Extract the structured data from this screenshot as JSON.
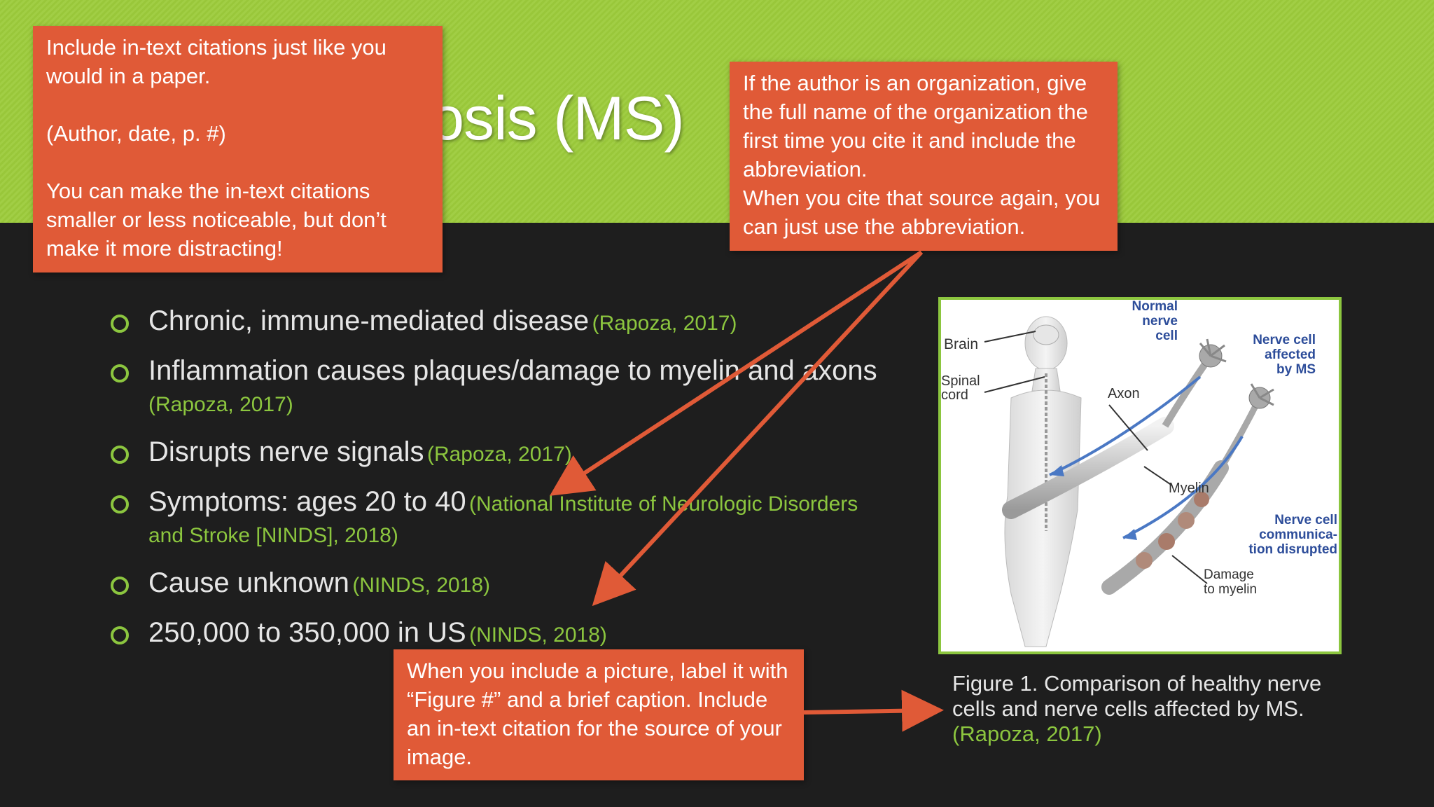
{
  "slide": {
    "title": "Multiple Sclerosis (MS)",
    "bullets": [
      {
        "text": "Chronic, immune-mediated disease",
        "citation": "(Rapoza, 2017)"
      },
      {
        "text": "Inflammation causes plaques/damage to myelin and axons",
        "citation": "(Rapoza, 2017)"
      },
      {
        "text": "Disrupts nerve signals",
        "citation": "(Rapoza, 2017)"
      },
      {
        "text": "Symptoms: ages 20 to 40",
        "citation": "(National Institute of Neurologic Disorders and Stroke [NINDS], 2018)"
      },
      {
        "text": "Cause unknown",
        "citation": "(NINDS, 2018)"
      },
      {
        "text": "250,000 to 350,000 in US",
        "citation": "(NINDS, 2018)"
      }
    ],
    "figure": {
      "caption": "Figure 1. Comparison of healthy nerve cells and nerve cells affected by MS.",
      "citation": "(Rapoza, 2017)",
      "labels": {
        "brain": "Brain",
        "spinal_1": "Spinal",
        "spinal_2": "cord",
        "axon": "Axon",
        "myelin": "Myelin",
        "normal_1": "Normal",
        "normal_2": "nerve",
        "normal_3": "cell",
        "affected_1": "Nerve cell",
        "affected_2": "affected",
        "affected_3": "by MS",
        "comm_1": "Nerve cell",
        "comm_2": "communica-",
        "comm_3": "tion disrupted",
        "damage_1": "Damage",
        "damage_2": "to myelin"
      }
    }
  },
  "callouts": {
    "citations": "Include in-text citations just like you would in a paper.\n\n(Author, date, p. #)\n\nYou can make the in-text citations smaller or less noticeable, but don’t make it more distracting!",
    "organization": "If the author is an organization, give the full name of the organization the first time you cite it and include the abbreviation.\nWhen you cite that source again, you can just use the abbreviation.",
    "picture": "When you include a picture, label it with “Figure #” and a brief caption. Include an in-text citation for the source of your image."
  },
  "colors": {
    "header_green": "#9ccb3b",
    "background": "#1e1e1e",
    "accent_green": "#8cc63f",
    "callout_orange": "#e05a37",
    "arrow_orange": "#e05a37"
  }
}
